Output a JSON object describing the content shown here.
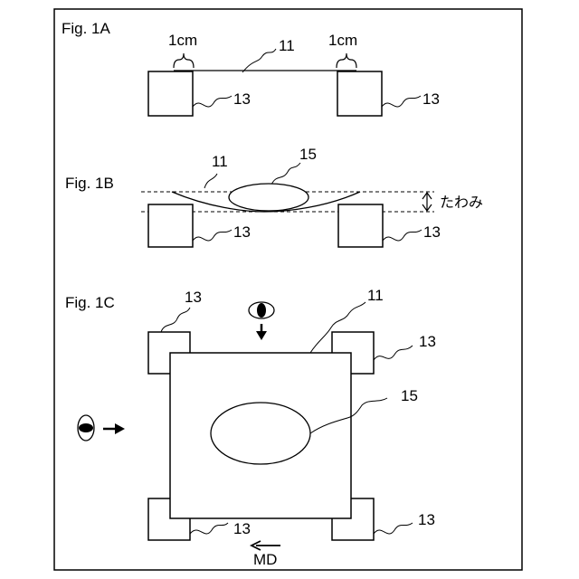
{
  "figures": {
    "fig1a": {
      "label": "Fig. 1A",
      "dimension_left": "1cm",
      "dimension_right": "1cm",
      "film_ref": "11",
      "support_left_ref": "13",
      "support_right_ref": "13"
    },
    "fig1b": {
      "label": "Fig. 1B",
      "film_ref": "11",
      "droplet_ref": "15",
      "deflection_label": "たわみ",
      "support_left_ref": "13",
      "support_right_ref": "13"
    },
    "fig1c": {
      "label": "Fig. 1C",
      "support_top_left_ref": "13",
      "film_ref": "11",
      "support_top_right_ref": "13",
      "droplet_ref": "15",
      "support_bottom_left_ref": "13",
      "support_bottom_right_ref": "13",
      "direction_label": "MD",
      "viewpoint_icon": "eye-icon"
    }
  }
}
